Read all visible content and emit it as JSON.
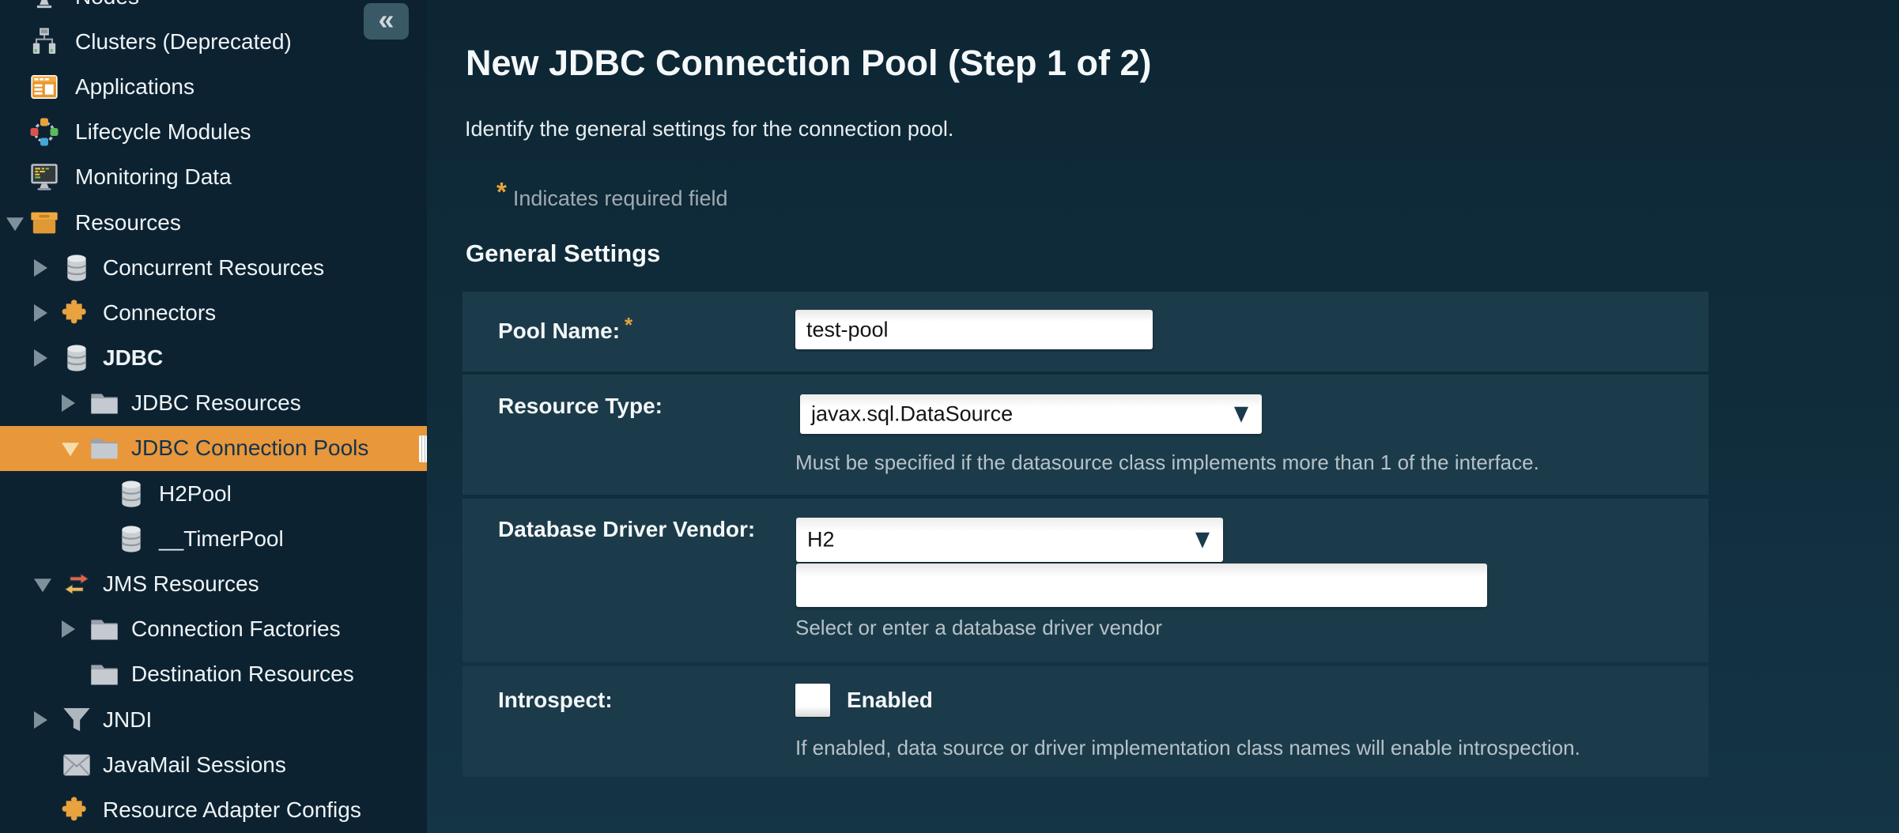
{
  "sidebar": {
    "collapse_button": "«",
    "tree": [
      {
        "label": "Nodes",
        "level": 0,
        "icon": "node-icon",
        "expander": null,
        "bold": false,
        "selected": false
      },
      {
        "label": "Clusters (Deprecated)",
        "level": 0,
        "icon": "cluster-icon",
        "expander": null,
        "bold": false,
        "selected": false
      },
      {
        "label": "Applications",
        "level": 0,
        "icon": "applications-icon",
        "expander": null,
        "bold": false,
        "selected": false
      },
      {
        "label": "Lifecycle Modules",
        "level": 0,
        "icon": "lifecycle-icon",
        "expander": null,
        "bold": false,
        "selected": false
      },
      {
        "label": "Monitoring Data",
        "level": 0,
        "icon": "monitoring-icon",
        "expander": null,
        "bold": false,
        "selected": false
      },
      {
        "label": "Resources",
        "level": 0,
        "icon": "box-icon",
        "expander": "down",
        "bold": false,
        "selected": false
      },
      {
        "label": "Concurrent Resources",
        "level": 1,
        "icon": "database-icon",
        "expander": "right",
        "bold": false,
        "selected": false
      },
      {
        "label": "Connectors",
        "level": 1,
        "icon": "puzzle-icon",
        "expander": "right",
        "bold": false,
        "selected": false
      },
      {
        "label": "JDBC",
        "level": 1,
        "icon": "database-icon",
        "expander": "right",
        "bold": true,
        "selected": false
      },
      {
        "label": "JDBC Resources",
        "level": 2,
        "icon": "folder-icon",
        "expander": "right",
        "bold": false,
        "selected": false
      },
      {
        "label": "JDBC Connection Pools",
        "level": 2,
        "icon": "folder-icon",
        "expander": "down",
        "bold": false,
        "selected": true
      },
      {
        "label": "H2Pool",
        "level": 3,
        "icon": "database-icon",
        "expander": null,
        "bold": false,
        "selected": false
      },
      {
        "label": "__TimerPool",
        "level": 3,
        "icon": "database-icon",
        "expander": null,
        "bold": false,
        "selected": false
      },
      {
        "label": "JMS Resources",
        "level": 1,
        "icon": "arrows-icon",
        "expander": "down",
        "bold": false,
        "selected": false
      },
      {
        "label": "Connection Factories",
        "level": 2,
        "icon": "folder-icon",
        "expander": "right",
        "bold": false,
        "selected": false
      },
      {
        "label": "Destination Resources",
        "level": 2,
        "icon": "folder-icon",
        "expander": null,
        "bold": false,
        "selected": false
      },
      {
        "label": "JNDI",
        "level": 1,
        "icon": "funnel-icon",
        "expander": "right",
        "bold": false,
        "selected": false
      },
      {
        "label": "JavaMail Sessions",
        "level": 1,
        "icon": "envelope-icon",
        "expander": null,
        "bold": false,
        "selected": false
      },
      {
        "label": "Resource Adapter Configs",
        "level": 1,
        "icon": "puzzle-icon",
        "expander": null,
        "bold": false,
        "selected": false
      }
    ]
  },
  "content": {
    "title": "New JDBC Connection Pool (Step 1 of 2)",
    "subtitle": "Identify the general settings for the connection pool.",
    "required_marker": "*",
    "required_note": "Indicates required field",
    "section_title": "General Settings",
    "form": {
      "pool_name": {
        "label": "Pool Name:",
        "required": true,
        "value": "test-pool"
      },
      "resource_type": {
        "label": "Resource Type:",
        "value": "javax.sql.DataSource",
        "hint": "Must be specified if the datasource class implements more than 1 of the interface."
      },
      "driver_vendor": {
        "label": "Database Driver Vendor:",
        "value": "H2",
        "text_value": "",
        "hint": "Select or enter a database driver vendor"
      },
      "introspect": {
        "label": "Introspect:",
        "checked": false,
        "checkbox_label": "Enabled",
        "hint": "If enabled, data source or driver implementation class names will enable introspection."
      }
    }
  },
  "colors": {
    "selection_orange": "#e8973b",
    "accent_orange": "#e8a33d",
    "sidebar_bg": "#0c2231",
    "panel_bg": "#1c3b4a",
    "hint_text": "#b6c2c8"
  }
}
